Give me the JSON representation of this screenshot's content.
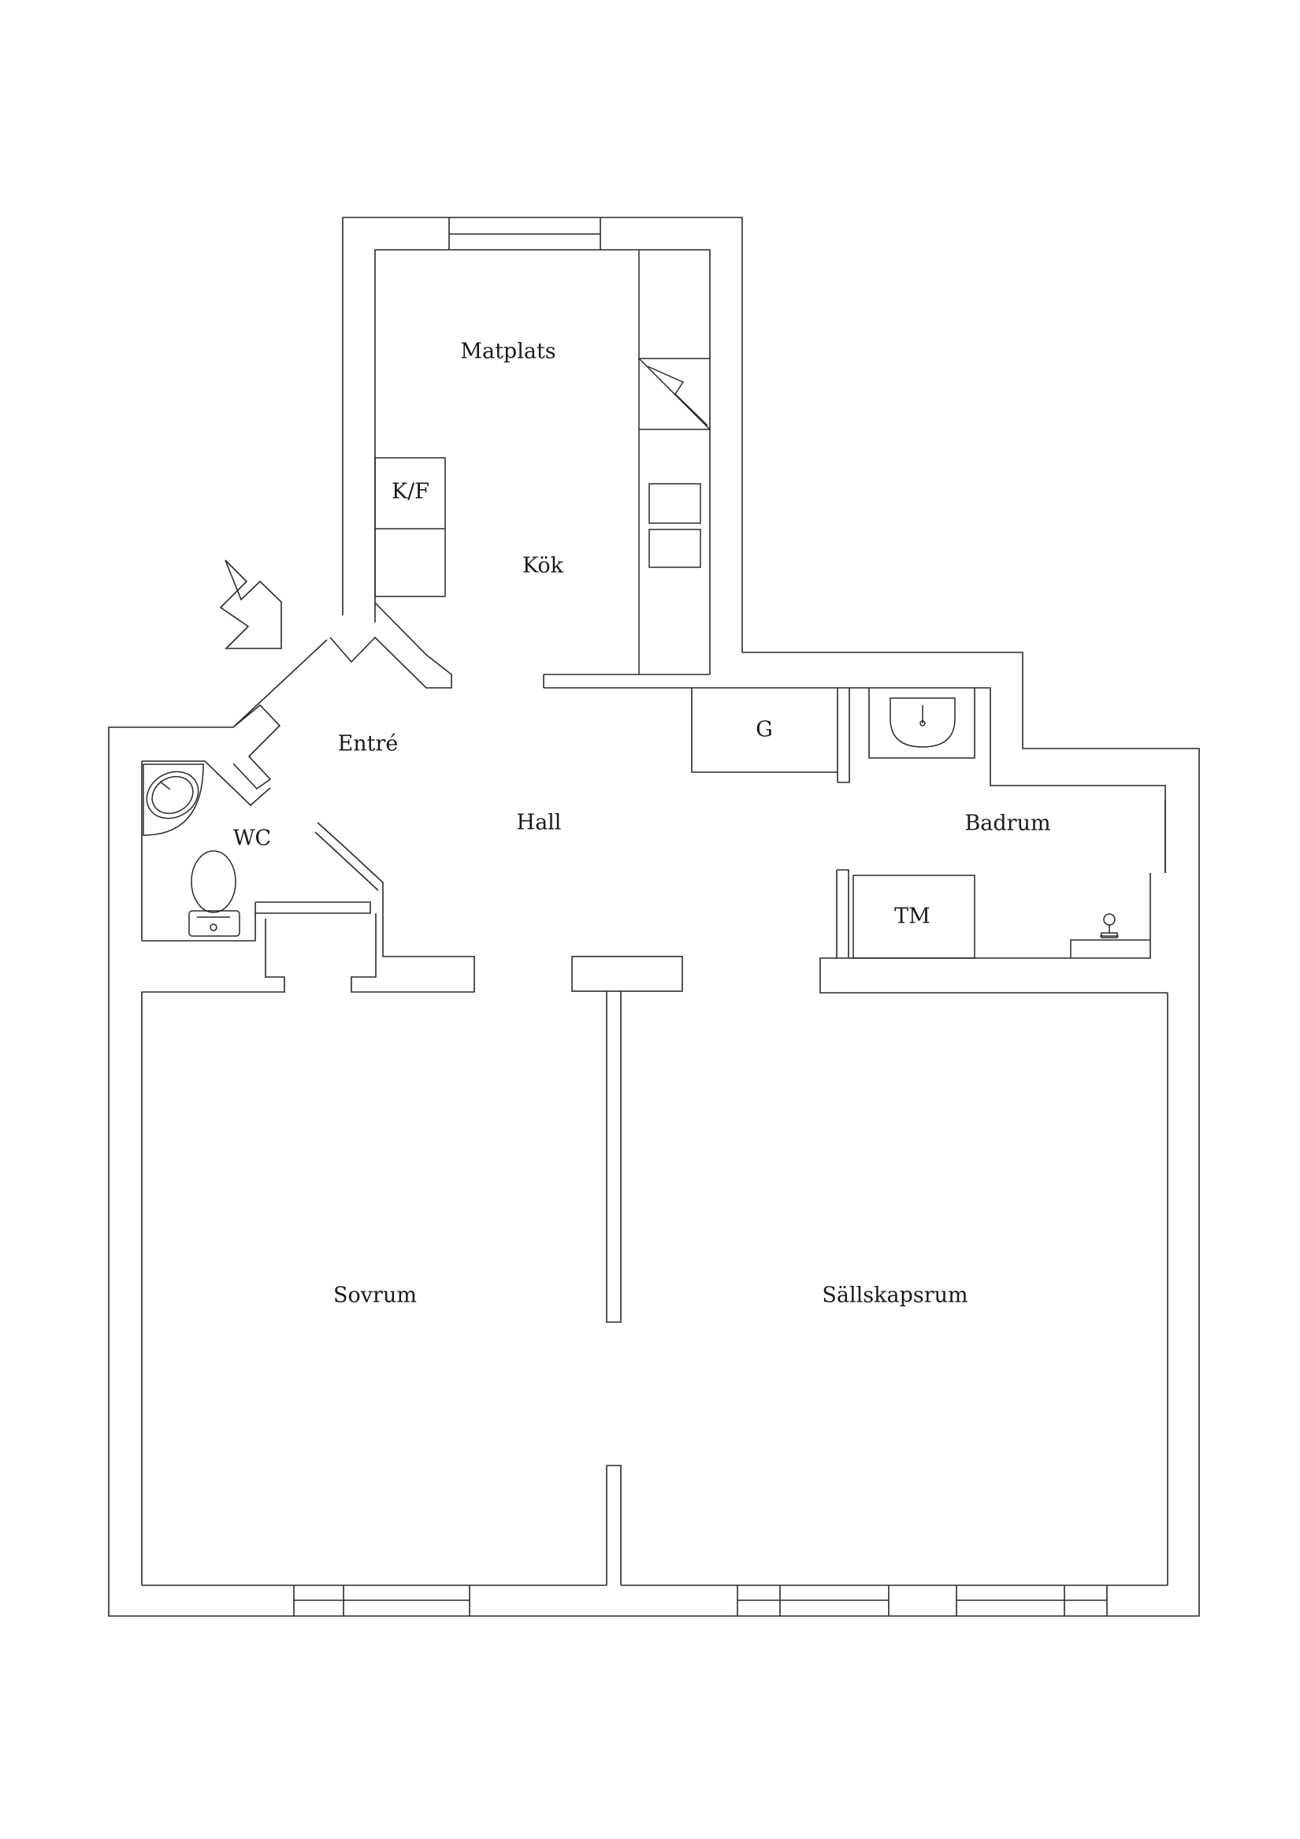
{
  "rooms": {
    "matplats": "Matplats",
    "kok": "Kök",
    "entre": "Entré",
    "hall": "Hall",
    "wc": "WC",
    "badrum": "Badrum",
    "sovrum": "Sovrum",
    "sallskapsrum": "Sällskapsrum"
  },
  "fixtures": {
    "kf": "K/F",
    "g": "G",
    "tm": "TM"
  },
  "icons": {
    "entrance": "entrance-arrow-icon",
    "stove": "stove-icon",
    "wc_sink": "sink-icon",
    "bath_sink": "sink-icon",
    "toilet": "toilet-icon",
    "shower": "shower-icon"
  }
}
